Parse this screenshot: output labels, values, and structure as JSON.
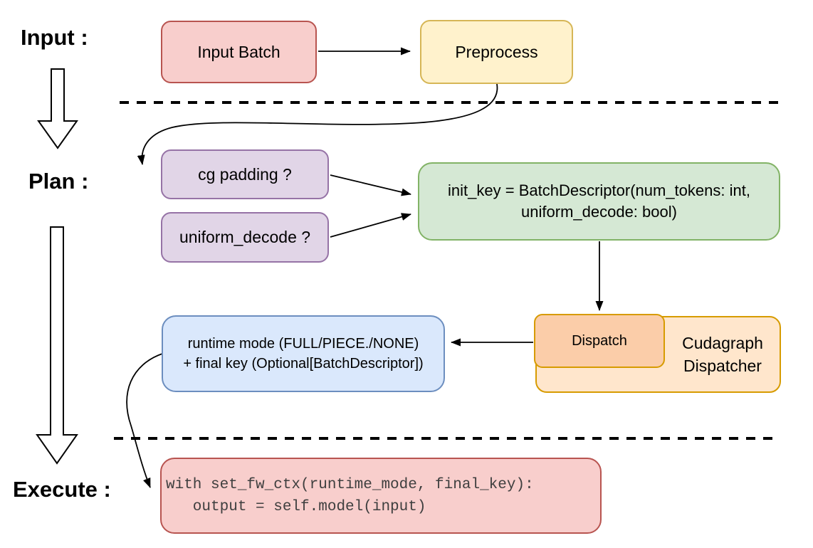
{
  "sections": {
    "input": "Input :",
    "plan": "Plan :",
    "execute": "Execute :"
  },
  "nodes": {
    "input_batch": "Input Batch",
    "preprocess": "Preprocess",
    "cg_padding": "cg padding ?",
    "uniform_decode": "uniform_decode ?",
    "init_key_line1": "init_key = BatchDescriptor(num_tokens: int,",
    "init_key_line2": "uniform_decode: bool)",
    "dispatch": "Dispatch",
    "cudagraph_dispatcher": "Cudagraph Dispatcher",
    "runtime_line1": "runtime mode (FULL/PIECE./NONE)",
    "runtime_line2": "+ final key (Optional[BatchDescriptor])",
    "code_line1": "with set_fw_ctx(runtime_mode, final_key):",
    "code_line2": "   output = self.model(input)"
  },
  "colors": {
    "red_fill": "#F8CECC",
    "red_stroke": "#B85450",
    "yellow_fill": "#FFF2CC",
    "yellow_stroke": "#D6B656",
    "purple_fill": "#E1D5E7",
    "purple_stroke": "#9673A6",
    "green_fill": "#D5E8D4",
    "green_stroke": "#82B366",
    "blue_fill": "#DAE8FC",
    "blue_stroke": "#6C8EBF",
    "orange_fill": "#FFE6CC",
    "orange_stroke": "#D79B00",
    "dispatch_fill": "#FBCDA9",
    "line_color": "#000000",
    "code_text": "#3F3F3F"
  }
}
